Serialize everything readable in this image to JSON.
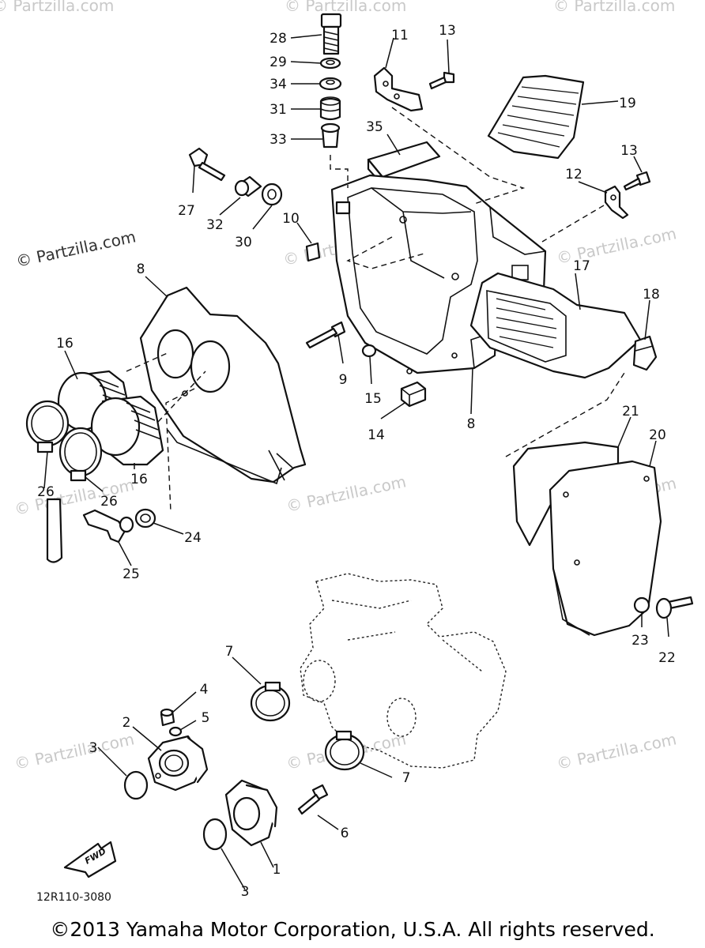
{
  "watermarks": {
    "site_text": "© Partzilla.com",
    "prominent_text": "© Partzilla.com"
  },
  "labels": {
    "p1": "1",
    "p2": "2",
    "p3a": "3",
    "p3b": "3",
    "p4": "4",
    "p5": "5",
    "p6": "6",
    "p7a": "7",
    "p7b": "7",
    "p8a": "8",
    "p8b": "8",
    "p9": "9",
    "p10": "10",
    "p11": "11",
    "p12": "12",
    "p13a": "13",
    "p13b": "13",
    "p14": "14",
    "p15": "15",
    "p16a": "16",
    "p16b": "16",
    "p17": "17",
    "p18": "18",
    "p19": "19",
    "p20": "20",
    "p21": "21",
    "p22": "22",
    "p23": "23",
    "p24": "24",
    "p25": "25",
    "p26a": "26",
    "p26b": "26",
    "p27": "27",
    "p28": "28",
    "p29": "29",
    "p30": "30",
    "p31": "31",
    "p32": "32",
    "p33": "33",
    "p34": "34",
    "p35": "35"
  },
  "fwd_badge": "FWD",
  "diagram_code": "12R110-3080",
  "copyright": "©2013 Yamaha Motor Corporation, U.S.A. All rights reserved."
}
